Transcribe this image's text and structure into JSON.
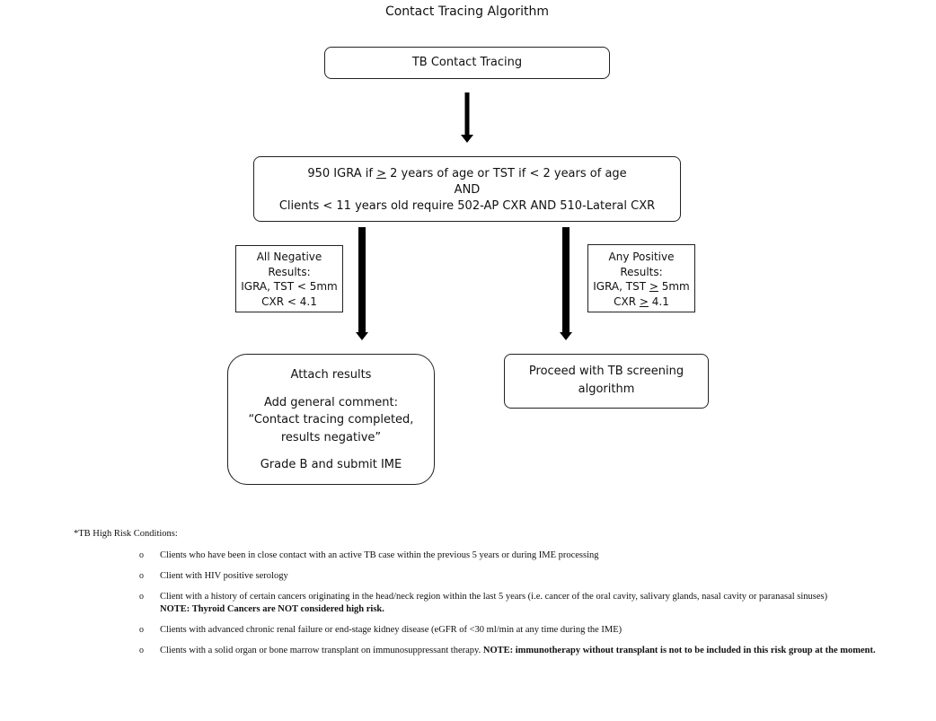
{
  "title": "Contact Tracing Algorithm",
  "nodes": {
    "start": "TB Contact Tracing",
    "testing": {
      "line1_pre": "950 IGRA if ",
      "line1_sym": ">",
      "line1_post": " 2 years of age or TST if < 2 years of age",
      "line2": "AND",
      "line3": "Clients < 11 years old require 502-AP CXR AND 510-Lateral CXR"
    },
    "negative_label": {
      "line1": "All Negative",
      "line2": "Results:",
      "line3": "IGRA, TST < 5mm",
      "line4": "CXR < 4.1"
    },
    "positive_label": {
      "line1": "Any Positive",
      "line2": "Results:",
      "line3_pre": "IGRA, TST ",
      "line3_sym": ">",
      "line3_post": " 5mm",
      "line4_pre": "CXR ",
      "line4_sym": ">",
      "line4_post": " 4.1"
    },
    "negative_outcome": {
      "line1": "Attach results",
      "line2": "Add general comment:",
      "line3": "“Contact tracing completed,",
      "line4": "results negative”",
      "line5": "Grade B and submit IME"
    },
    "positive_outcome": {
      "line1": "Proceed with TB screening",
      "line2": "algorithm"
    }
  },
  "notes": {
    "heading": "*TB High Risk Conditions:",
    "bullet_glyph": "o",
    "items": [
      {
        "text": "Clients who have been in close contact with an active TB case within the previous 5 years or during IME processing",
        "bold": ""
      },
      {
        "text": "Client with HIV positive serology",
        "bold": ""
      },
      {
        "text": "Client with a history of certain cancers originating in the head/neck region within the last 5 years (i.e. cancer of the oral cavity, salivary glands, nasal cavity or paranasal sinuses)",
        "bold": "NOTE: Thyroid Cancers are NOT considered high risk."
      },
      {
        "text": "Clients with advanced chronic renal failure or end-stage kidney disease (eGFR of <30 ml/min at any time during the IME)",
        "bold": ""
      },
      {
        "text": "Clients with a solid organ or bone marrow transplant on immunosuppressant therapy.",
        "bold": "NOTE: immunotherapy without transplant is not to be included in this risk group at the moment."
      }
    ]
  }
}
